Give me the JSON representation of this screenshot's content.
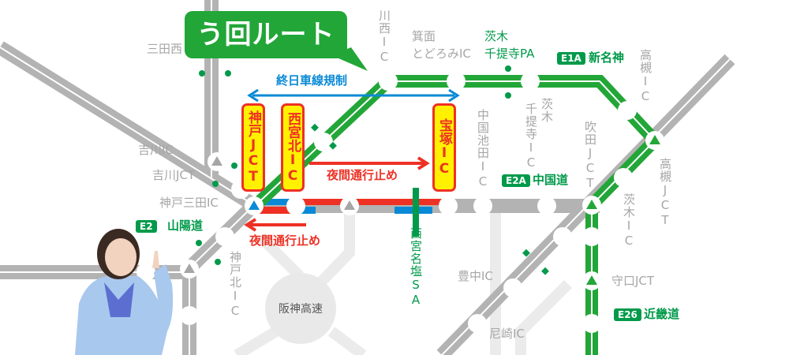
{
  "callout": "う回ルート",
  "restriction_all_day": "終日車線規制",
  "night_closure_upper": "夜間通行止め",
  "night_closure_lower": "夜間通行止め",
  "closed_points": [
    "神戸JCT",
    "西宮北IC",
    "宝塚IC"
  ],
  "routes": [
    {
      "code": "E1A",
      "name": "新名神"
    },
    {
      "code": "E2A",
      "name": "中国道"
    },
    {
      "code": "E2",
      "name": "山陽道"
    },
    {
      "code": "E26",
      "name": "近畿道"
    }
  ],
  "places": {
    "sanda_nishi": "三田西",
    "kawanishi": "川西IC",
    "mino_1": "箕面",
    "mino_2": "とどろみIC",
    "pa_1": "茨木",
    "pa_2": "千提寺PA",
    "takatsuki_ic": "高槻IC",
    "ikeda": "中国池田IC",
    "sendaiji_1": "茨木",
    "sendaiji_2": "千提寺IC",
    "suita": "吹田JCT",
    "takatsuki_jct": "高槻JCT",
    "ibaraki": "茨木IC",
    "yokawa_ic": "吉川IC",
    "yokawa_jct": "吉川JCT",
    "kobe_sanda": "神戸三田IC",
    "nishinomiya_sa": "西宮名塩SA",
    "kobe_kita": "神戸北IC",
    "hanshin": "阪神高速",
    "toyonaka": "豊中IC",
    "moriguchi": "守口JCT",
    "amagasaki": "尼崎IC"
  },
  "colors": {
    "green": "#22a638",
    "label_green": "#009a4a",
    "red": "#ee3124",
    "blue": "#0a8ad6",
    "gray": "#b3b3b3",
    "yellow": "#fff100"
  }
}
